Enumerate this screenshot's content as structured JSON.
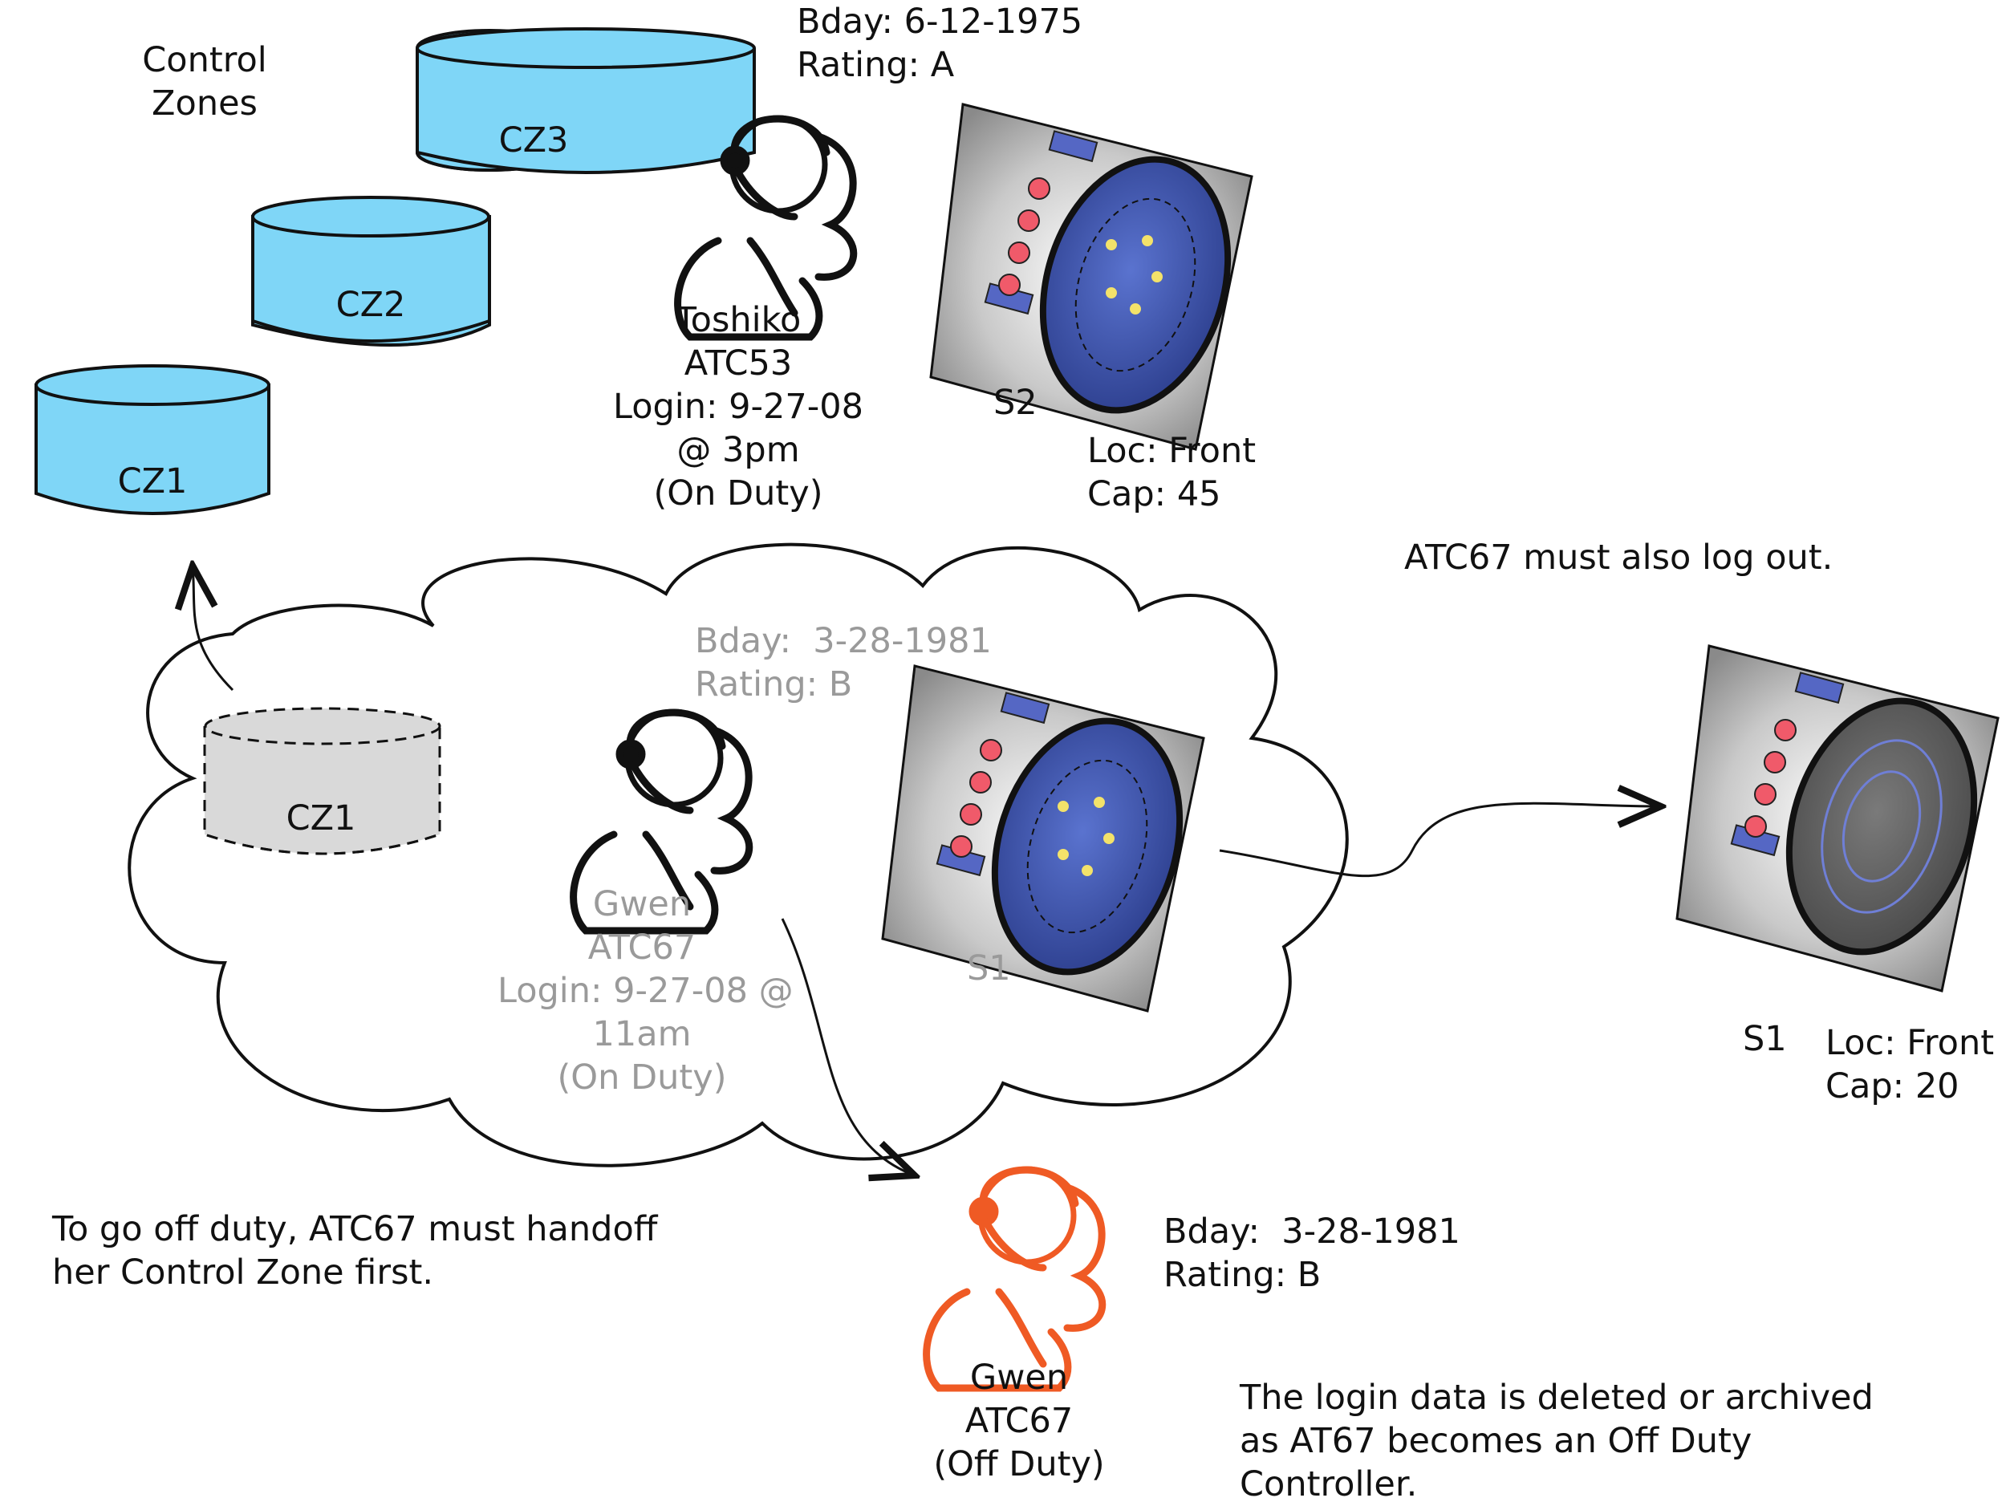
{
  "control_zones_heading": "Control\nZones",
  "zones": [
    {
      "label": "CZ3"
    },
    {
      "label": "CZ2"
    },
    {
      "label": "CZ1"
    }
  ],
  "handoff_zone": {
    "label": "CZ1"
  },
  "toshiko": {
    "bday": "Bday: 6-12-1975",
    "rating": "Rating: A",
    "info": "Toshiko\nATC53\nLogin: 9-27-08\n@ 3pm\n(On Duty)"
  },
  "station_s2": {
    "label": "S2",
    "loc": "Loc: Front",
    "cap": "Cap: 45"
  },
  "gwen_on_duty": {
    "bday": "Bday:  3-28-1981",
    "rating": "Rating: B",
    "info": "Gwen\nATC67\nLogin: 9-27-08 @\n11am\n(On Duty)"
  },
  "station_s1_in_cloud": {
    "label": "S1"
  },
  "station_s1_out": {
    "label": "S1",
    "loc": "Loc: Front",
    "cap": "Cap: 20"
  },
  "gwen_off_duty": {
    "bday": "Bday:  3-28-1981",
    "rating": "Rating: B",
    "info": "Gwen\nATC67\n(Off Duty)"
  },
  "notes": {
    "logout": "ATC67 must also log out.",
    "handoff": "To go off duty, ATC67 must handoff\nher Control Zone first.",
    "archive": "The login data is deleted or archived\nas AT67 becomes an Off Duty\nController."
  },
  "colors": {
    "zone_fill": "#7fd6f7",
    "ghost_zone_fill": "#d9d9d9",
    "off_duty_orange": "#ef5a24",
    "gray_text": "#9a9a9a",
    "screen_blue": "#3d57b0"
  }
}
